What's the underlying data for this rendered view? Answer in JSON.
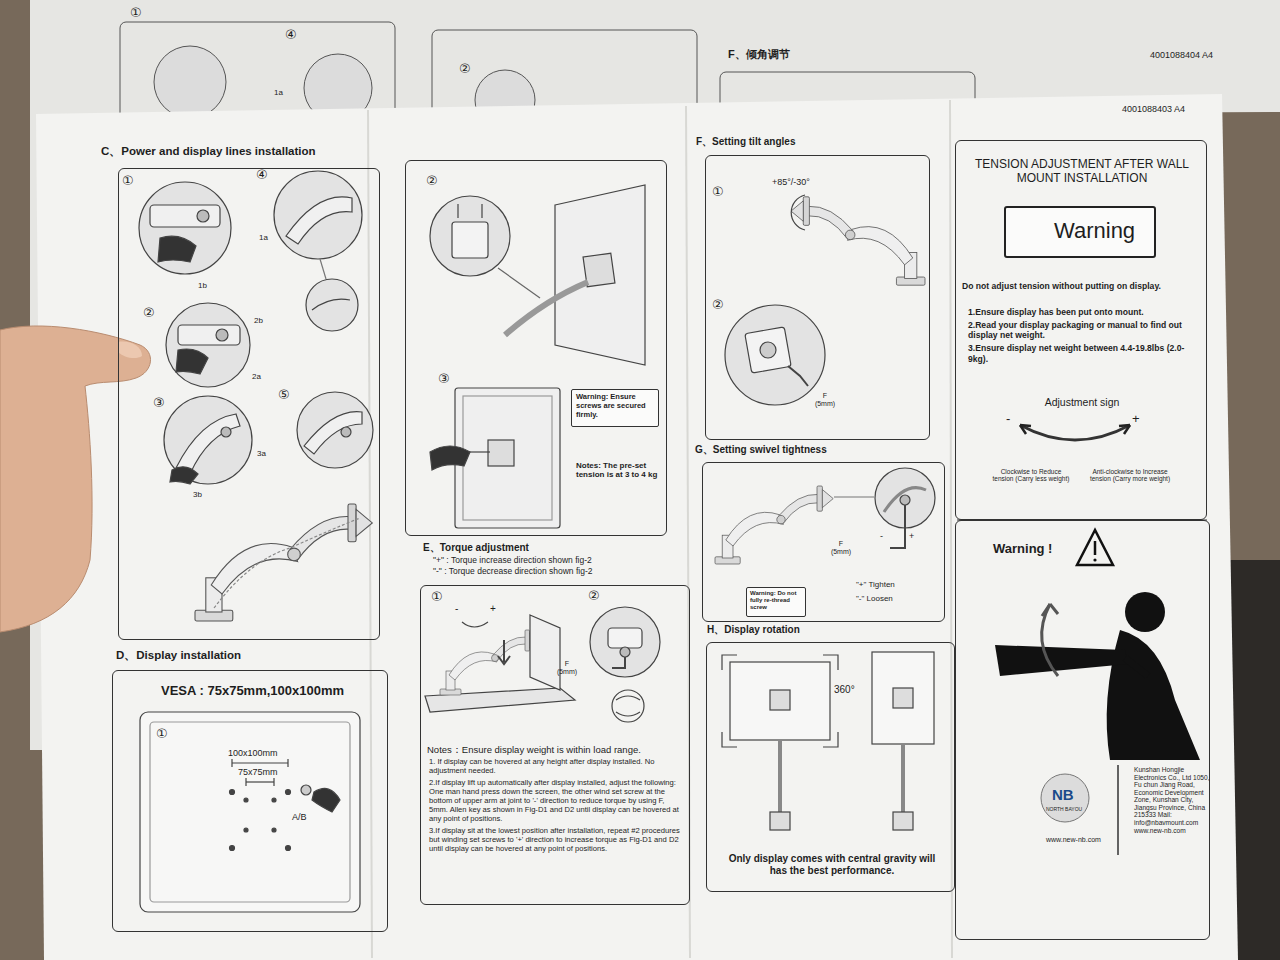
{
  "diagram": {
    "nodes": [
      {
        "text": [
          "C、Power and display lines installation"
        ]
      },
      {
        "text": [
          "D、Display installation",
          "VESA : 75x75mm,100x100mm"
        ]
      },
      {
        "text": [
          "Notes: The pre-set tension is at 3 to 4 kg"
        ]
      },
      {
        "text": [
          "Warning: Ensure screws are secured firmly."
        ],
        "in": 2
      },
      {
        "text": [
          "E、Torque adjustment",
          "\"+\" : Torque increase direction shown fig-2",
          "\"-\" : Torque decrease direction shown fig-2",
          "Notes：Ensure display weight is within load range.",
          "1. If display can be hovered at any height after display installed. No adjustment needed.",
          "2.If display lift up automatically after display installed, adjust the following: One man hand press down the screen, the other wind set screw at the bottom of upper arm at joint to '-' direction to reduce torque by using F, 5mm. Allen key as shown in Fig-D1 and D2 until display can be hovered at any point of positions.",
          "3.If display sit at the lowest position after installation, repeat #2 procedures but winding set screws to '+' direction to increase torque as Fig-D1 and D2 until display can be hovered at any point of positions."
        ]
      },
      {
        "text": [
          "F、Setting tilt angles"
        ]
      },
      {
        "text": [
          "G、Setting swivel tightness"
        ]
      },
      {
        "text": [
          "Warning: Do not fully re-thread screw"
        ],
        "in": 6
      },
      {
        "text": [
          "H、Display rotation",
          "Only display comes with central gravity will has the best performance."
        ]
      },
      {
        "text": [
          "TENSION ADJUSTMENT AFTER WALL MOUNT INSTALLATION",
          "Do not adjust tension without putting on display.",
          "1.Ensure display has been put onto mount.",
          "2.Read your display packaging or manual to find out display net weight.",
          "3.Ensure display net weight between 4.4-19.8lbs (2.0-9kg).",
          "Adjustment sign"
        ]
      },
      {
        "text": [
          "Warning"
        ],
        "in": 9
      },
      {
        "text": [
          "Warning !"
        ]
      }
    ],
    "labels": [
      "4001088404 A4",
      "F、倾角调节",
      "①",
      "④",
      "1a",
      "②",
      "4001088403 A4",
      "①",
      "④",
      "1a",
      "1b",
      "②",
      "2b",
      "2a",
      "③",
      "⑤",
      "3a",
      "3b",
      "①",
      "100x100mm",
      "75x75mm",
      "A/B",
      "②",
      "③",
      "①",
      "②",
      "F (5mm)",
      "-",
      "+",
      "①",
      "+85°/-30°",
      "②",
      "F (5mm)",
      "F (5mm)",
      "-",
      "+",
      "\"+\" Tighten",
      "\"-\" Loosen",
      "360°",
      "-",
      "+",
      "Clockwise to Reduce tension (Carry less weight)",
      "Anti-clockwise to Increase tension (Carry more weight)",
      "NB",
      "NORTH BAYOU",
      "www.new-nb.com",
      "Kunshan Hongjie Electronics Co., Ltd 1050, Fu chun Jiang Road, Economic Development Zone, Kunshan City, Jiangsu Province, China 215333 Mail: info@nbavmount.com www.new-nb.com"
    ]
  }
}
